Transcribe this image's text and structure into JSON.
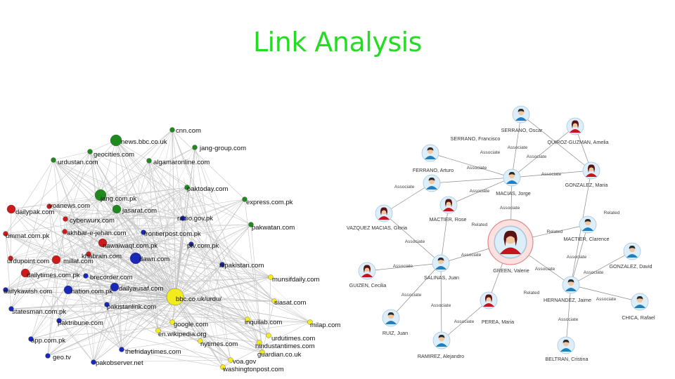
{
  "title": "Link Analysis",
  "colors": {
    "title": "#22dd22",
    "red": "#cc1a1a",
    "green": "#1e8a1e",
    "blue": "#1a28b8",
    "yellow": "#f2ec1a"
  },
  "left_network": {
    "nodes": [
      {
        "label": "cnn.com",
        "color": "green",
        "size": "s"
      },
      {
        "label": "news.bbc.co.uk",
        "color": "green",
        "size": "l"
      },
      {
        "label": "jang-group.com",
        "color": "green",
        "size": "s"
      },
      {
        "label": "geocities.com",
        "color": "green",
        "size": "s"
      },
      {
        "label": "urdustan.com",
        "color": "green",
        "size": "s"
      },
      {
        "label": "algamaronline.com",
        "color": "green",
        "size": "s"
      },
      {
        "label": "paktoday.com",
        "color": "green",
        "size": "s"
      },
      {
        "label": "voanews.com",
        "color": "red",
        "size": "s"
      },
      {
        "label": "jang.com.pk",
        "color": "green",
        "size": "l"
      },
      {
        "label": "express.com.pk",
        "color": "green",
        "size": "s"
      },
      {
        "label": "dailypak.com",
        "color": "red",
        "size": "m"
      },
      {
        "label": "jasarat.com",
        "color": "green",
        "size": "m"
      },
      {
        "label": "cyberwurx.com",
        "color": "red",
        "size": "s"
      },
      {
        "label": "radio.gov.pk",
        "color": "blue",
        "size": "s"
      },
      {
        "label": "pakwatan.com",
        "color": "green",
        "size": "s"
      },
      {
        "label": "ummat.com.pk",
        "color": "red",
        "size": "s"
      },
      {
        "label": "akhbar-e-jehan.com",
        "color": "red",
        "size": "s"
      },
      {
        "label": "frontierpost.com.pk",
        "color": "blue",
        "size": "s"
      },
      {
        "label": "nawaiwaqt.com.pk",
        "color": "red",
        "size": "m"
      },
      {
        "label": "ptv.com.pk",
        "color": "blue",
        "size": "s"
      },
      {
        "label": "urdupoint.com",
        "color": "red",
        "size": "s"
      },
      {
        "label": "millat.com",
        "color": "red",
        "size": "m"
      },
      {
        "label": "khabrain.com",
        "color": "red",
        "size": "s"
      },
      {
        "label": "dawn.com",
        "color": "blue",
        "size": "l"
      },
      {
        "label": "nipakistan.com",
        "color": "blue",
        "size": "s"
      },
      {
        "label": "dailytimes.com.pk",
        "color": "red",
        "size": "m"
      },
      {
        "label": "brecorder.com",
        "color": "blue",
        "size": "s"
      },
      {
        "label": "munsifdaily.com",
        "color": "yellow",
        "size": "s"
      },
      {
        "label": "dailykawish.com",
        "color": "blue",
        "size": "s"
      },
      {
        "label": "nation.com.pk",
        "color": "blue",
        "size": "m"
      },
      {
        "label": "dailyausaf.com",
        "color": "blue",
        "size": "m"
      },
      {
        "label": "bbc.co.uk/urdu/",
        "color": "yellow",
        "size": "xl"
      },
      {
        "label": "siasat.com",
        "color": "yellow",
        "size": "s"
      },
      {
        "label": "statesman.com.pk",
        "color": "blue",
        "size": "s"
      },
      {
        "label": "pakistanlink.com",
        "color": "blue",
        "size": "s"
      },
      {
        "label": "paktribune.com",
        "color": "blue",
        "size": "s"
      },
      {
        "label": "google.com",
        "color": "yellow",
        "size": "s"
      },
      {
        "label": "inquilab.com",
        "color": "yellow",
        "size": "s"
      },
      {
        "label": "milap.com",
        "color": "yellow",
        "size": "s"
      },
      {
        "label": "en.wikipedia.org",
        "color": "yellow",
        "size": "s"
      },
      {
        "label": "app.com.pk",
        "color": "blue",
        "size": "s"
      },
      {
        "label": "urdutimes.com",
        "color": "yellow",
        "size": "s"
      },
      {
        "label": "nytimes.com",
        "color": "yellow",
        "size": "s"
      },
      {
        "label": "hindustantimes.com",
        "color": "yellow",
        "size": "s"
      },
      {
        "label": "thefridaytimes.com",
        "color": "blue",
        "size": "s"
      },
      {
        "label": "geo.tv",
        "color": "blue",
        "size": "s"
      },
      {
        "label": "guardian.co.uk",
        "color": "yellow",
        "size": "s"
      },
      {
        "label": "pakobserver.net",
        "color": "blue",
        "size": "s"
      },
      {
        "label": "voa.gov",
        "color": "yellow",
        "size": "s"
      },
      {
        "label": "washingtonpost.com",
        "color": "yellow",
        "size": "s"
      }
    ]
  },
  "right_network": {
    "people": [
      {
        "name": "SERRANO, Francisco",
        "gender": "m"
      },
      {
        "name": "SERRANO, Oscar",
        "gender": "m"
      },
      {
        "name": "QUIROZ-GUZMAN, Amelia",
        "gender": "f"
      },
      {
        "name": "FERRANO, Arturo",
        "gender": "m"
      },
      {
        "name": "MACIAS, Jorge",
        "gender": "m"
      },
      {
        "name": "GONZALEZ, Maria",
        "gender": "f"
      },
      {
        "name": "MACTIER, Rose",
        "gender": "f"
      },
      {
        "name": "VAZQUEZ MACIAS, Gloria",
        "gender": "f"
      },
      {
        "name": "MACTIER, Clarence",
        "gender": "m"
      },
      {
        "name": "GREEN, Valerie",
        "gender": "f"
      },
      {
        "name": "GONZALEZ, David",
        "gender": "m"
      },
      {
        "name": "GUIZEN, Cecilia",
        "gender": "f"
      },
      {
        "name": "SALINAS, Juan",
        "gender": "m"
      },
      {
        "name": "HERNANDEZ, Jaime",
        "gender": "m"
      },
      {
        "name": "CHICA, Rafael",
        "gender": "m"
      },
      {
        "name": "PEREA, Maria",
        "gender": "f"
      },
      {
        "name": "RUIZ, Juan",
        "gender": "m"
      },
      {
        "name": "RAMIREZ, Alejandro",
        "gender": "m"
      },
      {
        "name": "BELTRAN, Cristina",
        "gender": "m"
      }
    ],
    "edge_labels": [
      "Associate",
      "Related"
    ]
  }
}
